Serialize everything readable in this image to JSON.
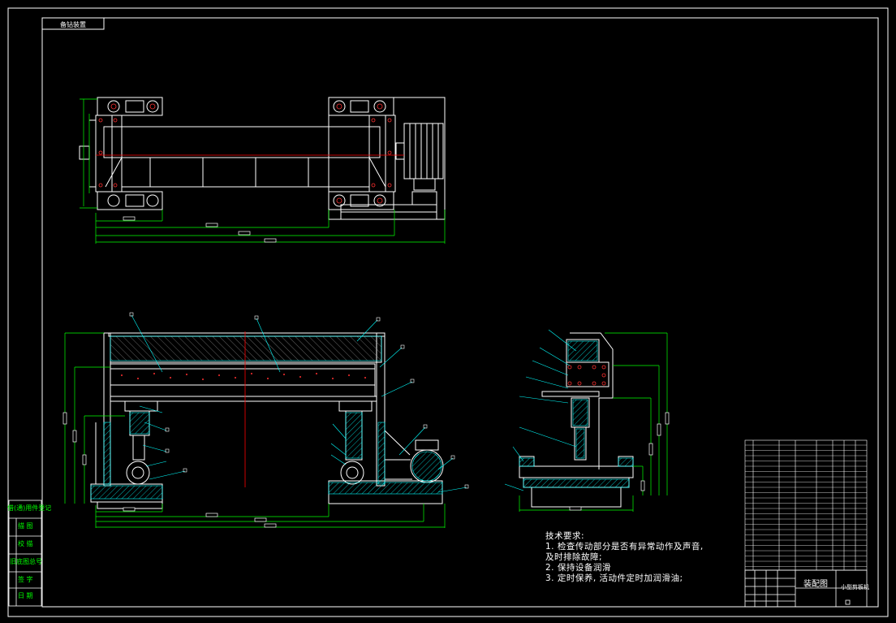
{
  "drawing": {
    "corner_tag": "备钻装置",
    "title_drawing_name": "装配图",
    "title_project": "小型剪板机",
    "side_table": {
      "top_label": "借(通)用件登记",
      "row1": "描  图",
      "row2": "校  描",
      "mid_label": "旧底图总号",
      "row3": "签  字",
      "row4": "日  期"
    },
    "tech_notes": {
      "heading": "技术要求:",
      "line1": "1. 检查传动部分是否有异常动作及声音,",
      "line2": "及时排除故障;",
      "line3": "2. 保持设备润滑",
      "line4": "3. 定时保养, 活动件定时加润滑油;"
    }
  },
  "colors": {
    "background": "#000000",
    "outline": "#ffffff",
    "dimension": "#00ff00",
    "centerline": "#ff0000",
    "leader": "#00ffff",
    "hatch": "#00ffff"
  }
}
